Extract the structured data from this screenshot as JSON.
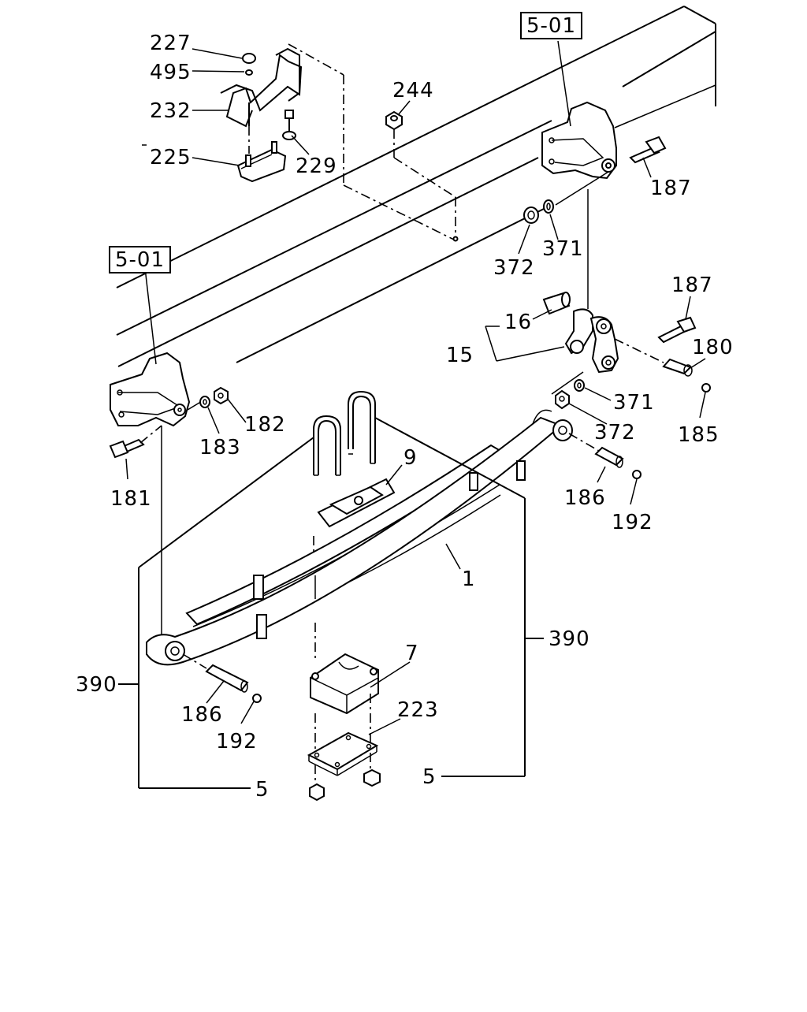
{
  "callouts": {
    "c227": "227",
    "c495": "495",
    "c232": "232",
    "c225": "225",
    "c229": "229",
    "c244": "244",
    "c187_top": "187",
    "c372_top": "372",
    "c371_top": "371",
    "c187_mid": "187",
    "c16": "16",
    "c15": "15",
    "c180": "180",
    "c371_mid": "371",
    "c185": "185",
    "c372_mid": "372",
    "c182": "182",
    "c183": "183",
    "c181": "181",
    "c9": "9",
    "c186_right": "186",
    "c192_right": "192",
    "c1": "1",
    "c390_right": "390",
    "c390_left": "390",
    "c7": "7",
    "c186_left": "186",
    "c192_left": "192",
    "c223": "223",
    "c5_right": "5",
    "c5_left": "5"
  },
  "references": {
    "ref_right": "5-01",
    "ref_left": "5-01"
  }
}
